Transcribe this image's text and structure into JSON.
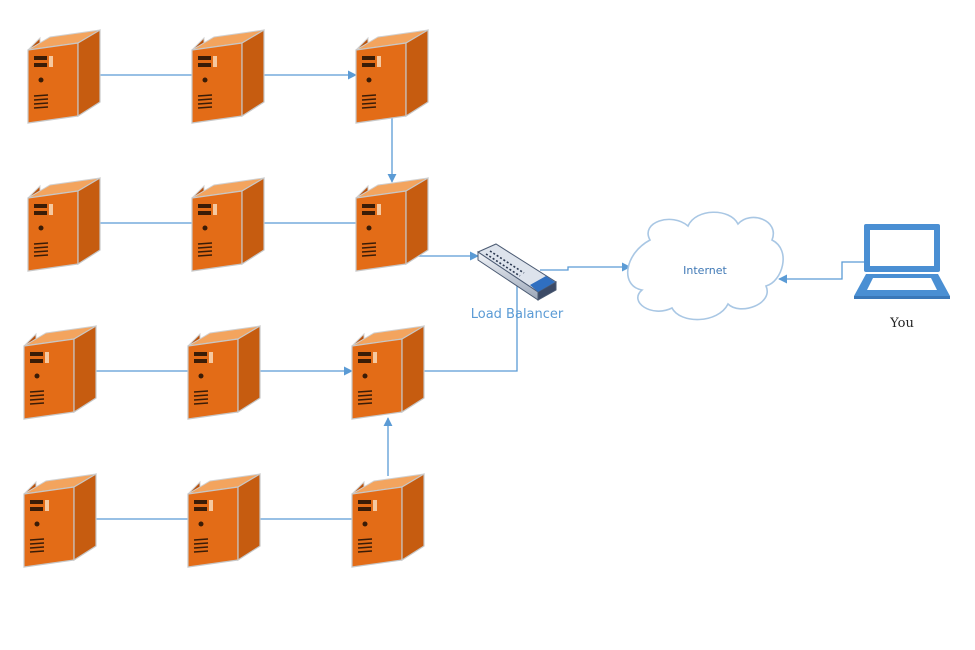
{
  "labels": {
    "load_balancer": "Load Balancer",
    "internet": "Internet",
    "you": "You"
  },
  "servers": [
    {
      "id": "r1c1",
      "row": 1,
      "col": 1
    },
    {
      "id": "r1c2",
      "row": 1,
      "col": 2
    },
    {
      "id": "r1c3",
      "row": 1,
      "col": 3
    },
    {
      "id": "r2c1",
      "row": 2,
      "col": 1
    },
    {
      "id": "r2c2",
      "row": 2,
      "col": 2
    },
    {
      "id": "r2c3",
      "row": 2,
      "col": 3
    },
    {
      "id": "r3c1",
      "row": 3,
      "col": 1
    },
    {
      "id": "r3c2",
      "row": 3,
      "col": 2
    },
    {
      "id": "r3c3",
      "row": 3,
      "col": 3
    },
    {
      "id": "r4c1",
      "row": 4,
      "col": 1
    },
    {
      "id": "r4c2",
      "row": 4,
      "col": 2
    },
    {
      "id": "r4c3",
      "row": 4,
      "col": 3
    }
  ],
  "connections": [
    {
      "from": "r1c1",
      "to": "r1c2",
      "arrow": false
    },
    {
      "from": "r1c2",
      "to": "r1c3",
      "arrow": true
    },
    {
      "from": "r1c3",
      "to": "r2c3",
      "arrow": true
    },
    {
      "from": "r2c1",
      "to": "r2c2",
      "arrow": false
    },
    {
      "from": "r2c2",
      "to": "r2c3",
      "arrow": false
    },
    {
      "from": "r2c3",
      "to": "load-balancer",
      "arrow": true
    },
    {
      "from": "r3c1",
      "to": "r3c2",
      "arrow": false
    },
    {
      "from": "r3c2",
      "to": "r3c3",
      "arrow": true
    },
    {
      "from": "r3c3",
      "to": "load-balancer",
      "arrow": true
    },
    {
      "from": "r4c1",
      "to": "r4c2",
      "arrow": false
    },
    {
      "from": "r4c2",
      "to": "r4c3",
      "arrow": false
    },
    {
      "from": "r4c3",
      "to": "r3c3",
      "arrow": true
    },
    {
      "from": "load-balancer",
      "to": "internet",
      "arrow": true
    },
    {
      "from": "laptop",
      "to": "internet",
      "arrow": true
    }
  ],
  "colors": {
    "server_front": "#e36c17",
    "server_side": "#b9510b",
    "server_top": "#f3a45e",
    "server_outline": "#c7c7c7",
    "connector": "#5b9bd5",
    "label_blue": "#5b9bd5",
    "cloud_outline": "#a9c7e4",
    "laptop_blue": "#4a8fd3"
  }
}
